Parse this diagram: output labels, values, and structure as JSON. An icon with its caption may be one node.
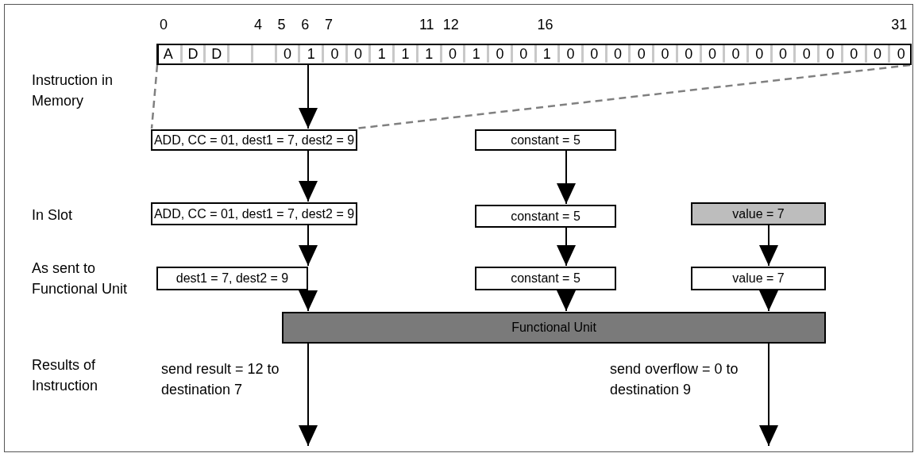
{
  "diagram": {
    "nodes": [
      {
        "text": [],
        "shape": "bar"
      },
      {
        "text": [
          "ADD, CC = 01, dest1 = 7, dest2 = 9"
        ]
      },
      {
        "text": [
          "constant = 5"
        ]
      },
      {
        "text": [
          "ADD, CC = 01, dest1 = 7, dest2 = 9"
        ]
      },
      {
        "text": [
          "constant = 5"
        ]
      },
      {
        "text": [
          "value = 7"
        ]
      },
      {
        "text": [
          "dest1 = 7, dest2 = 9"
        ]
      },
      {
        "text": [
          "constant = 5"
        ]
      },
      {
        "text": [
          "value = 7"
        ]
      },
      {
        "text": [
          "Functional Unit"
        ]
      }
    ],
    "edges": [
      {
        "from": 0,
        "to": 1,
        "arrow": "to"
      },
      {
        "from": 0,
        "to": 1,
        "arrow": "none",
        "style": "dashed",
        "color": "#808080"
      },
      {
        "from": 0,
        "to": 1,
        "arrow": "none",
        "style": "dashed",
        "color": "#808080"
      },
      {
        "from": 1,
        "to": 3,
        "arrow": "to"
      },
      {
        "from": 2,
        "to": 4,
        "arrow": "to"
      },
      {
        "from": 3,
        "to": 6,
        "arrow": "to"
      },
      {
        "from": 4,
        "to": 7,
        "arrow": "to"
      },
      {
        "from": 5,
        "to": 8,
        "arrow": "to"
      },
      {
        "from": 6,
        "to": 9,
        "arrow": "to"
      },
      {
        "from": 7,
        "to": 9,
        "arrow": "to"
      },
      {
        "from": 8,
        "to": 9,
        "arrow": "to"
      },
      {
        "from": 9,
        "to": null,
        "arrow": "to",
        "label": "send result = 12 to destination 7"
      },
      {
        "from": 9,
        "to": null,
        "arrow": "to",
        "label": "send overflow = 0 to destination 9"
      }
    ],
    "labels": [
      "0",
      "4",
      "5",
      "6",
      "7",
      "11",
      "12",
      "16",
      "31",
      "A",
      "D",
      "D",
      "0",
      "1",
      "0",
      "0",
      "1",
      "1",
      "1",
      "0",
      "1",
      "0",
      "0",
      "1",
      "0",
      "0",
      "0",
      "0",
      "0",
      "0",
      "0",
      "0",
      "0",
      "0",
      "0",
      "0",
      "0",
      "0",
      "0",
      "Instruction in Memory",
      "In Slot",
      "As sent to Functional Unit",
      "Results of Instruction"
    ]
  }
}
